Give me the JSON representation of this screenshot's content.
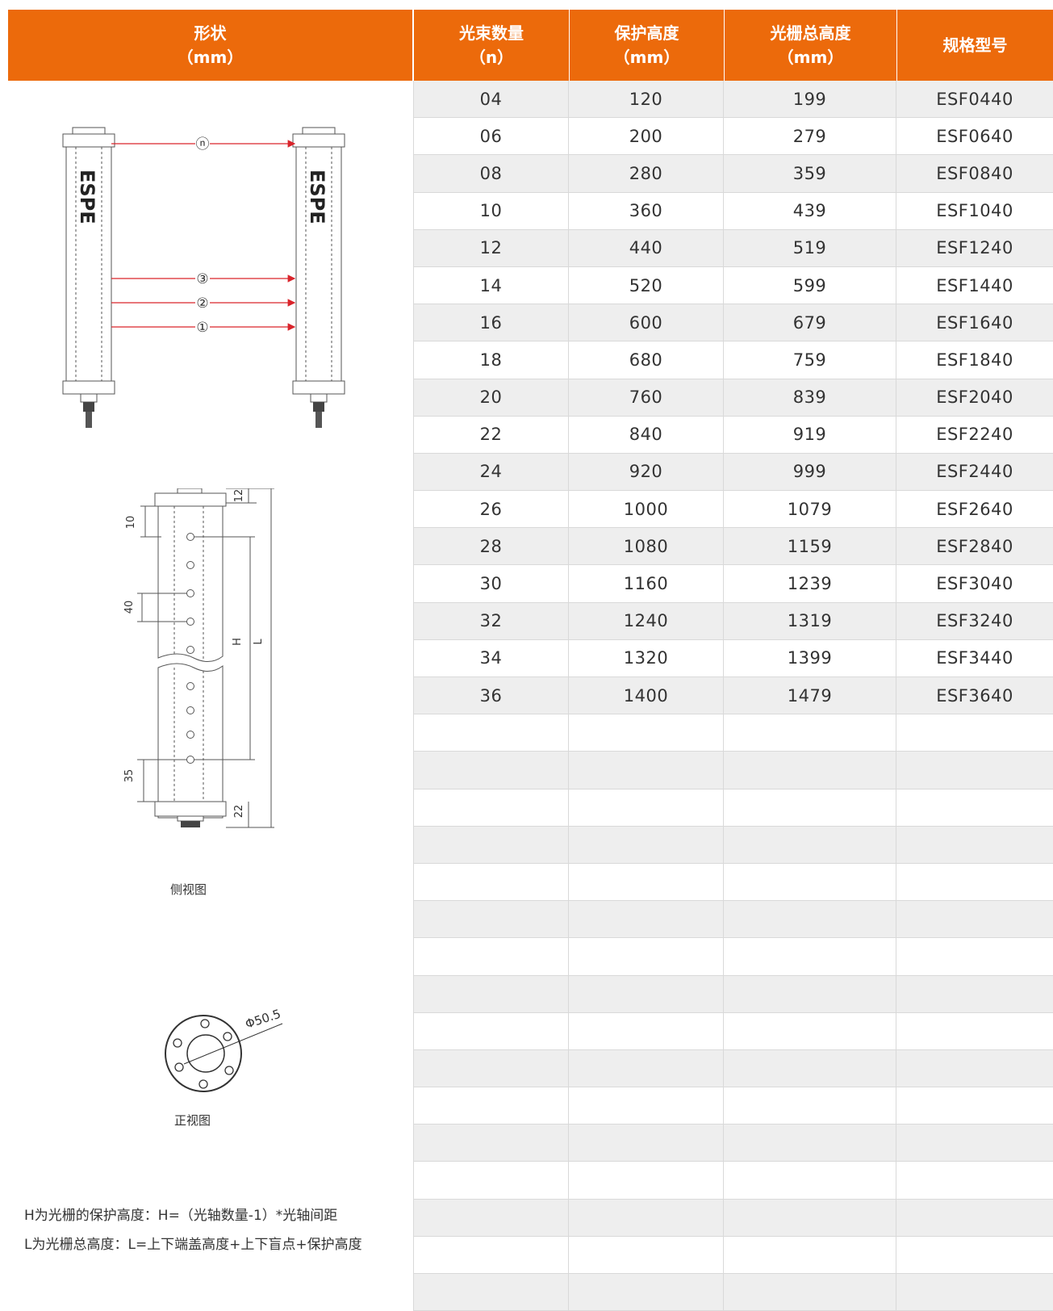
{
  "header": {
    "shape": {
      "line1": "形状",
      "line2": "（mm）"
    },
    "beams": {
      "line1": "光束数量",
      "line2": "（n）"
    },
    "protect": {
      "line1": "保护高度",
      "line2": "（mm）"
    },
    "total": {
      "line1": "光栅总高度",
      "line2": "（mm）"
    },
    "model": {
      "line1": "规格型号"
    }
  },
  "rows": [
    [
      "04",
      "120",
      "199",
      "ESF0440"
    ],
    [
      "06",
      "200",
      "279",
      "ESF0640"
    ],
    [
      "08",
      "280",
      "359",
      "ESF0840"
    ],
    [
      "10",
      "360",
      "439",
      "ESF1040"
    ],
    [
      "12",
      "440",
      "519",
      "ESF1240"
    ],
    [
      "14",
      "520",
      "599",
      "ESF1440"
    ],
    [
      "16",
      "600",
      "679",
      "ESF1640"
    ],
    [
      "18",
      "680",
      "759",
      "ESF1840"
    ],
    [
      "20",
      "760",
      "839",
      "ESF2040"
    ],
    [
      "22",
      "840",
      "919",
      "ESF2240"
    ],
    [
      "24",
      "920",
      "999",
      "ESF2440"
    ],
    [
      "26",
      "1000",
      "1079",
      "ESF2640"
    ],
    [
      "28",
      "1080",
      "1159",
      "ESF2840"
    ],
    [
      "30",
      "1160",
      "1239",
      "ESF3040"
    ],
    [
      "32",
      "1240",
      "1319",
      "ESF3240"
    ],
    [
      "34",
      "1320",
      "1399",
      "ESF3440"
    ],
    [
      "36",
      "1400",
      "1479",
      "ESF3640"
    ]
  ],
  "empty_rows": 16,
  "diagram": {
    "brand": "ESPE",
    "beam_labels": [
      "ⓝ",
      "③",
      "②",
      "①"
    ],
    "dims": {
      "top_cap": "12",
      "top_blind": "10",
      "pitch": "40",
      "bottom_blind": "35",
      "bottom_cap": "22",
      "h": "H",
      "l": "L"
    },
    "diameter": "Φ50.5"
  },
  "captions": {
    "side": "侧视图",
    "front": "正视图"
  },
  "notes": {
    "h": "H为光栅的保护高度：H=（光轴数量-1）*光轴间距",
    "l": "L为光栅总高度：L=上下端盖高度+上下盲点+保护高度"
  },
  "colors": {
    "header": "#ec6a0b",
    "shade": "#eeeeee",
    "arrow": "#d9242b"
  }
}
